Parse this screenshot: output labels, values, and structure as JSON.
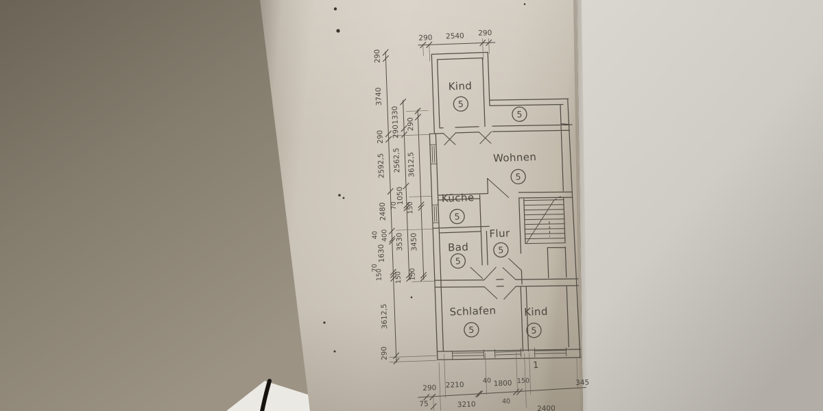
{
  "scene": {
    "description": "Photograph of a paper architectural floor plan (German apartment drawing) lying against a wall",
    "colors": {
      "ink": "#45413a",
      "paper": "#cdc6ba",
      "left_backdrop": "#7f7769",
      "right_backdrop": "#d3cfc8",
      "table_white": "#ebe9e4",
      "cable_black": "#16130e"
    }
  },
  "plan": {
    "rooms": {
      "kind_top": {
        "label": "Kind",
        "unit": "5"
      },
      "loggia": {
        "unit": "5"
      },
      "wohnen": {
        "label": "Wohnen",
        "unit": "5"
      },
      "kueche": {
        "label": "Küche",
        "unit": "5"
      },
      "flur": {
        "label": "Flur",
        "unit": "5"
      },
      "bad": {
        "label": "Bad",
        "unit": "5"
      },
      "schlafen": {
        "label": "Schlafen",
        "unit": "5"
      },
      "kind_bottom": {
        "label": "Kind",
        "unit": "5"
      }
    },
    "sheet_number": "1",
    "dims": {
      "top": [
        "290",
        "2540",
        "290"
      ],
      "left_outer": [
        "290",
        "3740",
        "290",
        "2592,5",
        "2480",
        "400",
        "40",
        "1630",
        "70",
        "150",
        "3612,5",
        "290"
      ],
      "left_middle": [
        "1330",
        "290",
        "2562,5",
        "1050",
        "70",
        "3530",
        "150"
      ],
      "left_inner": [
        "290",
        "3612,5",
        "150",
        "3450",
        "150"
      ],
      "bottom_row1": [
        "290",
        "2210",
        "40",
        "1800",
        "150",
        "345"
      ],
      "bottom_row2": [
        "75",
        "3210",
        "40",
        "2400"
      ]
    }
  }
}
